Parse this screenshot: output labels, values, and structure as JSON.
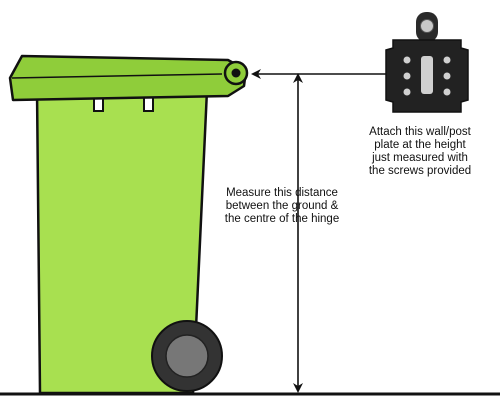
{
  "plate_instruction": {
    "lines": [
      "Attach this wall/post",
      "plate at the height",
      "just measured with",
      "the screws provided"
    ]
  },
  "measure_instruction": {
    "lines": [
      "Measure this distance",
      "between the ground &",
      "the centre of the hinge"
    ]
  },
  "colors": {
    "bin_body": "#a8e050",
    "bin_lid": "#8fcd3a",
    "outline": "#111111",
    "wheel_outer": "#333333",
    "wheel_inner": "#777777",
    "plate": "#222222"
  }
}
